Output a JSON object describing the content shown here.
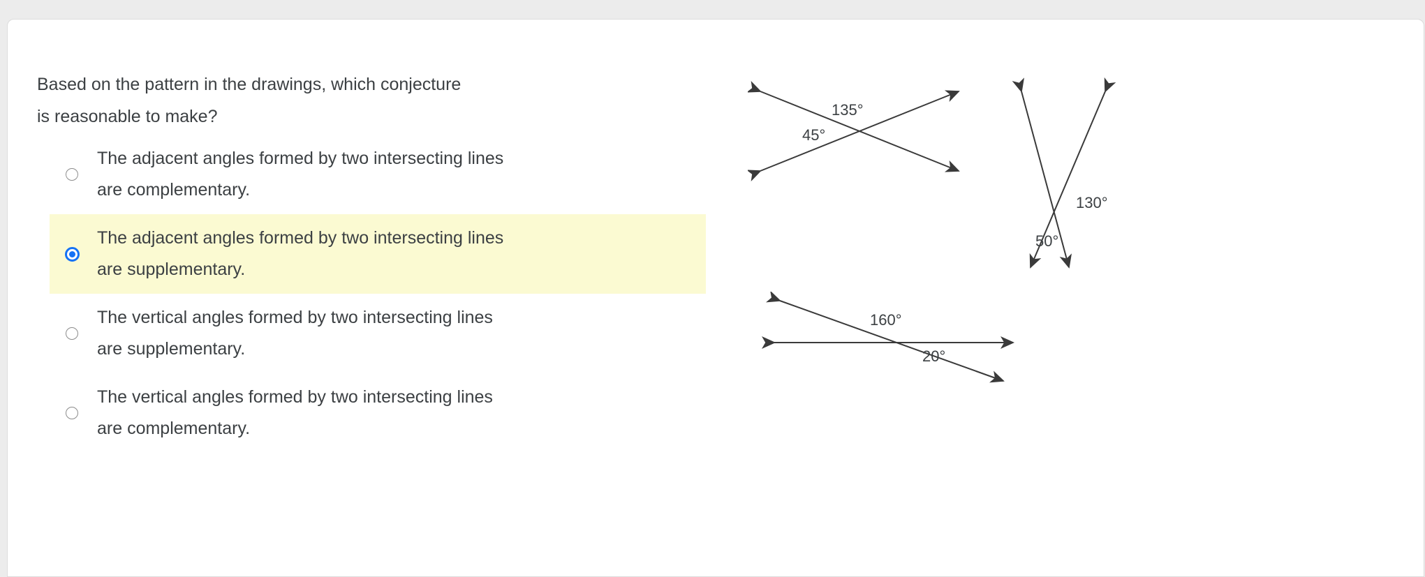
{
  "card": {
    "background_color": "#ffffff",
    "page_background_color": "#ececec"
  },
  "question": {
    "prompt": "Based on the pattern in the drawings, which conjecture\nis reasonable to make?"
  },
  "answers": {
    "selected_index": 1,
    "highlight_color": "#fbfad2",
    "selected_radio_color": "#1572f5",
    "options": [
      {
        "id": "option-a",
        "text": "The adjacent angles formed by two intersecting lines\nare complementary.",
        "selected": false
      },
      {
        "id": "option-b",
        "text": "The adjacent angles formed by two intersecting lines\nare supplementary.",
        "selected": true
      },
      {
        "id": "option-c",
        "text": "The vertical angles formed by two intersecting lines\nare supplementary.",
        "selected": false
      },
      {
        "id": "option-d",
        "text": "The vertical angles formed by two intersecting lines\nare complementary.",
        "selected": false
      }
    ]
  },
  "figures": [
    {
      "id": "figure-x-135-45",
      "description": "two-intersecting-lines-x-shape",
      "labels": [
        "135°",
        "45°"
      ]
    },
    {
      "id": "figure-x-130-50",
      "description": "two-intersecting-lines-narrow-x-shape",
      "labels": [
        "130°",
        "50°"
      ]
    },
    {
      "id": "figure-x-160-20",
      "description": "horizontal-line-crossed-by-diagonal-line",
      "labels": [
        "160°",
        "20°"
      ]
    }
  ],
  "figure_labels": {
    "f1_large": "135°",
    "f1_small": "45°",
    "f2_large": "130°",
    "f2_small": "50°",
    "f3_large": "160°",
    "f3_small": "20°"
  }
}
